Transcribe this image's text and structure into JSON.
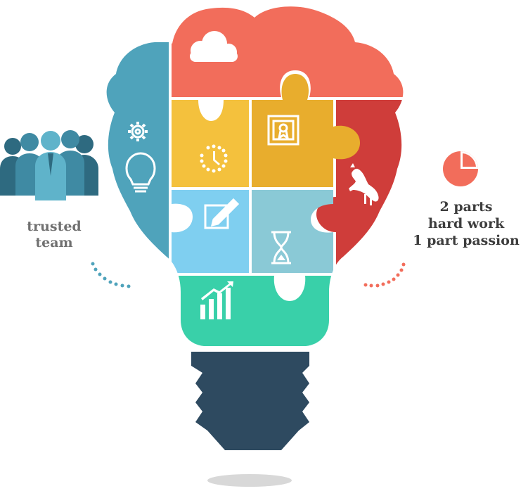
{
  "left_caption": {
    "line1": "trusted",
    "line2": "team"
  },
  "right_caption": {
    "line1": "2 parts",
    "line2": "hard work",
    "line3": "1 part passion"
  },
  "colors": {
    "coral": "#f26d5b",
    "teal_blue": "#4fa3bb",
    "yellow": "#f4c13d",
    "mustard": "#e8ad2d",
    "crimson": "#cf3d3a",
    "sky_blue": "#7fcff0",
    "light_teal": "#8ac9d6",
    "green_teal": "#39d0a9",
    "bulb_base": "#2e4a60",
    "text_gray": "#707070",
    "text_dark": "#3d3d3d"
  },
  "icons": [
    "cloud-icon",
    "gear-icon",
    "lightbulb-icon",
    "clock-icon",
    "certificate-icon",
    "kangaroo-icon",
    "edit-icon",
    "hourglass-icon",
    "bar-chart-icon",
    "pie-chart-icon",
    "team-icon"
  ]
}
